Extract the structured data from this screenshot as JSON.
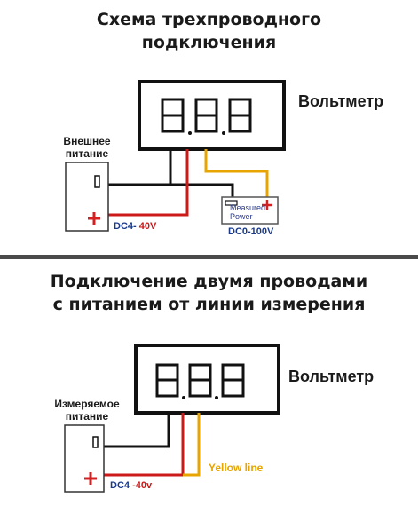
{
  "section_top": {
    "title_line1": "Схема трехпроводного",
    "title_line2": "подключения",
    "meter_label": "Вольтметр",
    "supply_label_line1": "Внешнее",
    "supply_label_line2": "питание",
    "supply_range_prefix": "DC4-",
    "supply_range_suffix": "40V",
    "measured_line1": "Measured",
    "measured_line2": "Power",
    "measured_range": "DC0-100V"
  },
  "section_bottom": {
    "title_line1": "Подключение двумя проводами",
    "title_line2": "с питанием от линии измерения",
    "meter_label": "Вольтметр",
    "supply_label_line1": "Измеряемое",
    "supply_label_line2": "питание",
    "supply_range_prefix": "DC4",
    "supply_range_suffix": "-40v",
    "yellow_line_label": "Yellow line"
  },
  "colors": {
    "red_wire": "#cc1a1a",
    "yellow_wire": "#e8a400",
    "black_wire": "#111111",
    "supply_range_blue": "#1a3a8a",
    "plus_red": "#d42020"
  }
}
